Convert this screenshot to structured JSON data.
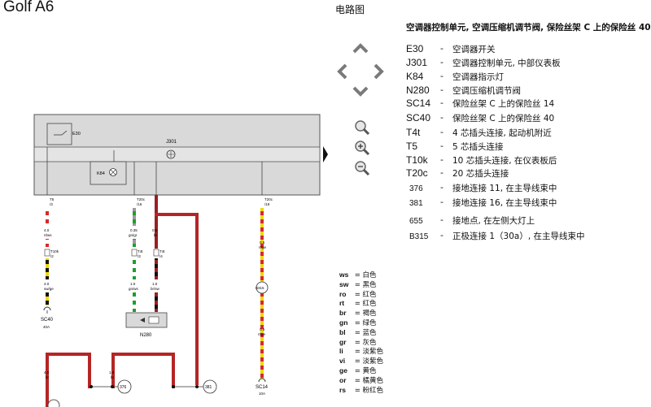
{
  "header": {
    "model": "Golf A6",
    "section": "电路图"
  },
  "legend": {
    "heading": "空调器控制单元, 空调压缩机调节阀, 保险丝架 C 上的保险丝 40",
    "items": [
      {
        "code": "E30",
        "desc": "空调器开关"
      },
      {
        "code": "J301",
        "desc": "空调器控制单元, 中部仪表板"
      },
      {
        "code": "K84",
        "desc": "空调器指示灯"
      },
      {
        "code": "N280",
        "desc": "空调压缩机调节阀"
      },
      {
        "code": "SC14",
        "desc": "保险丝架 C 上的保险丝 14"
      },
      {
        "code": "SC40",
        "desc": "保险丝架 C 上的保险丝 40"
      },
      {
        "code": "T4t",
        "desc": "4 芯插头连接, 起动机附近"
      },
      {
        "code": "T5",
        "desc": "5 芯插头连接"
      },
      {
        "code": "T10k",
        "desc": "10 芯插头连接, 在仪表板后"
      },
      {
        "code": "T20c",
        "desc": "20 芯插头连接"
      },
      {
        "code": "376",
        "desc": "接地连接 11, 在主导线束中"
      },
      {
        "code": "381",
        "desc": "接地连接 16, 在主导线束中"
      },
      {
        "code": "655",
        "desc": "接地点, 在左侧大灯上"
      },
      {
        "code": "B315",
        "desc": "正极连接 1（30a）, 在主导线束中"
      }
    ]
  },
  "wire_colors": [
    {
      "code": "ws",
      "name": "白色"
    },
    {
      "code": "sw",
      "name": "黑色"
    },
    {
      "code": "ro",
      "name": "红色"
    },
    {
      "code": "rt",
      "name": "红色"
    },
    {
      "code": "br",
      "name": "褐色"
    },
    {
      "code": "gn",
      "name": "绿色"
    },
    {
      "code": "bl",
      "name": "蓝色"
    },
    {
      "code": "gr",
      "name": "灰色"
    },
    {
      "code": "li",
      "name": "淡紫色"
    },
    {
      "code": "vi",
      "name": "淡紫色"
    },
    {
      "code": "ge",
      "name": "黄色"
    },
    {
      "code": "or",
      "name": "橘黄色"
    },
    {
      "code": "rs",
      "name": "粉红色"
    }
  ],
  "diagram": {
    "components": {
      "e30": "E30",
      "j301": "J301",
      "k84": "K84",
      "n280": "N280",
      "sc40": "SC40",
      "sc40_amp": "40A",
      "sc14": "SC14",
      "sc14_amp": "10A"
    },
    "connectors": {
      "t5": "T5",
      "t5_pin": "/3",
      "t20c_16": "T20c",
      "t20c_16_pin": "/16",
      "t20c_19": "T20c",
      "t20c_19_pin": "/19",
      "t10k": "T10k",
      "t10k_pin": "/2",
      "t4t_1": "T4t",
      "t4t_1_pin": "/3",
      "t4t_2": "T4t",
      "t4t_2_pin": "/4"
    },
    "wire_labels": {
      "w1_size": "4.0",
      "w1_color": "rt/ws",
      "w1b_size": "4.0",
      "w1b_color": "sw/ge",
      "w2_size": "0.35",
      "w2_color": "gn/gr",
      "w2b_size": "1.0",
      "w2b_color": "gn/ws",
      "w3_size": "0.5",
      "w3_color": "br",
      "w3b_size": "1.0",
      "w3b_color": "br/sw",
      "w4_size": "0.5",
      "w4_color": "rt/ge",
      "w4b_size": "0.5",
      "w4b_color": "rt/ge",
      "w5_size": "4.0",
      "w5_color": "br",
      "w6_size": "1.0",
      "w6_color": "br"
    },
    "nodes": {
      "b315": "B315",
      "n376": "376",
      "n381": "381"
    }
  }
}
